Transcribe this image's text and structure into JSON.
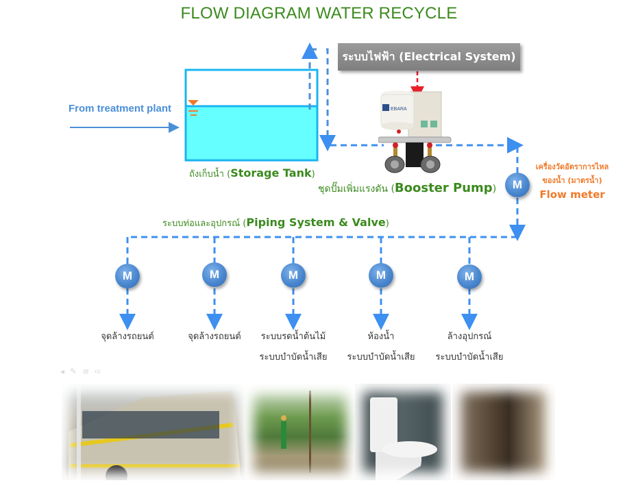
{
  "title": "FLOW DIAGRAM WATER RECYCLE",
  "source": {
    "label": "From treatment plant"
  },
  "storage_tank": {
    "label_thai": "ถังเก็บน้ำ (",
    "label_en": "Storage Tank",
    "label_close": ")"
  },
  "electrical_system": {
    "label": "ระบบไฟฟ้า (Electrical System)"
  },
  "booster_pump": {
    "label_thai": "ชุดปั๊มเพิ่มแรงดัน (",
    "label_en": "Booster Pump",
    "label_close": ")",
    "brand": "EBARA"
  },
  "flow_meter": {
    "symbol": "M",
    "label_thai_1": "เครื่องวัดอัตราการไหล",
    "label_thai_2": "ของน้ำ (มาตรน้ำ)",
    "label_en": "Flow meter"
  },
  "piping": {
    "label_thai": "ระบบท่อและอุปกรณ์ (",
    "label_en": "Piping System & Valve",
    "label_close": ")"
  },
  "destinations": [
    {
      "meter": "M",
      "line1": "จุดล้างรถยนต์",
      "line2": ""
    },
    {
      "meter": "M",
      "line1": "จุดล้างรถยนต์",
      "line2": ""
    },
    {
      "meter": "M",
      "line1": "ระบบรดน้ำต้นไม้",
      "line2": "ระบบบำบัดน้ำเสีย"
    },
    {
      "meter": "M",
      "line1": "ห้องน้ำ",
      "line2": "ระบบบำบัดน้ำเสีย"
    },
    {
      "meter": "M",
      "line1": "ล้างอุปกรณ์",
      "line2": "ระบบบำบัดน้ำเสีย"
    }
  ],
  "photos": [
    "bus-washing",
    "garden-watering",
    "toilet",
    "wastewater-equipment"
  ],
  "colors": {
    "title_green": "#3b8a1e",
    "pipe_blue": "#3d8ff0",
    "tank_border": "#1ab4f0",
    "water": "#66ffff",
    "orange": "#f07a2a",
    "red_arrow": "#e8202a"
  }
}
